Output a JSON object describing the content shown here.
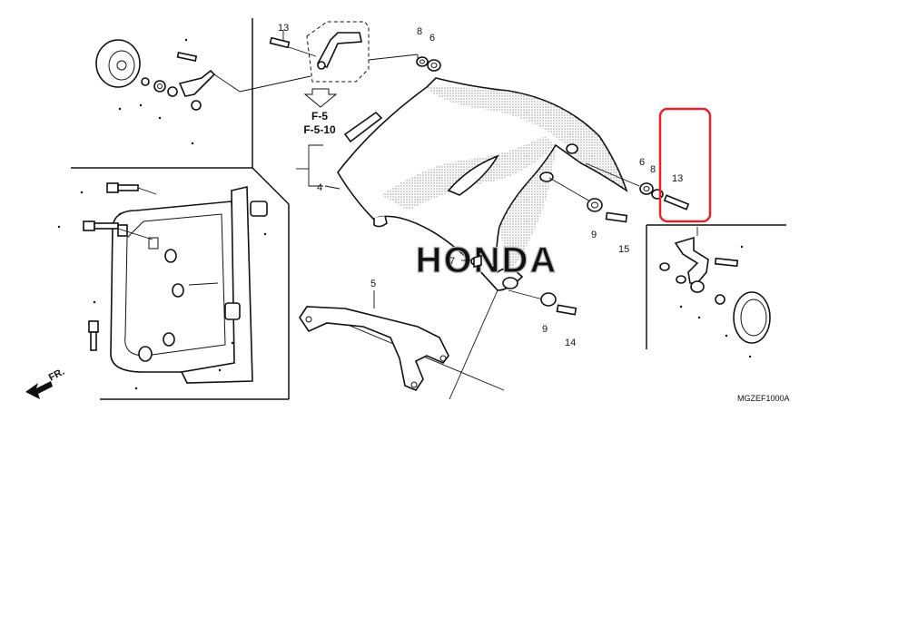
{
  "diagram": {
    "diagram_code": "MGZEF1000A",
    "ref_top": "F-5",
    "ref_bottom": "F-5-10",
    "front_label": "FR.",
    "brand_watermark": "HONDA",
    "highlight_color": "#e8212b",
    "callouts": {
      "c13_top": "13",
      "c8_top": "8",
      "c6_top": "6",
      "c4": "4",
      "c6_right": "6",
      "c8_right": "8",
      "c13_right": "13",
      "c9_upper": "9",
      "c15": "15",
      "c7": "7",
      "c5": "5",
      "c9_lower": "9",
      "c14": "14"
    }
  }
}
